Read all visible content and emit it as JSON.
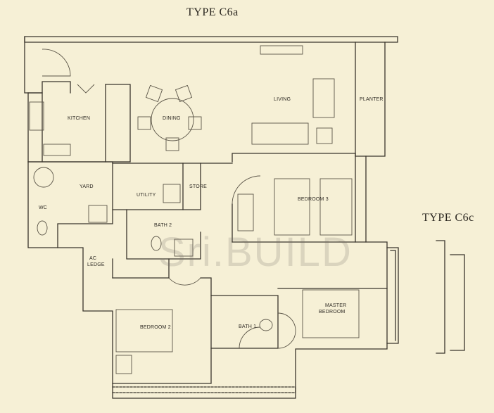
{
  "titles": {
    "main_type": "TYPE C6a",
    "alt_type": "TYPE C6c"
  },
  "rooms": {
    "kitchen": "KITCHEN",
    "dining": "DINING",
    "living": "LIVING",
    "planter": "PLANTER",
    "yard": "YARD",
    "utility": "UTILITY",
    "store": "STORE",
    "wc": "WC",
    "bath2": "BATH 2",
    "ac_ledge_1": "AC",
    "ac_ledge_2": "LEDGE",
    "bedroom3": "BEDROOM 3",
    "bedroom2": "BEDROOM 2",
    "bath1": "BATH 1",
    "master_1": "MASTER",
    "master_2": "BEDROOM"
  },
  "watermark": "Sri.BUILD",
  "colors": {
    "background": "#f6f0d6",
    "wall": "#3a352c",
    "furniture": "#5a5447"
  }
}
